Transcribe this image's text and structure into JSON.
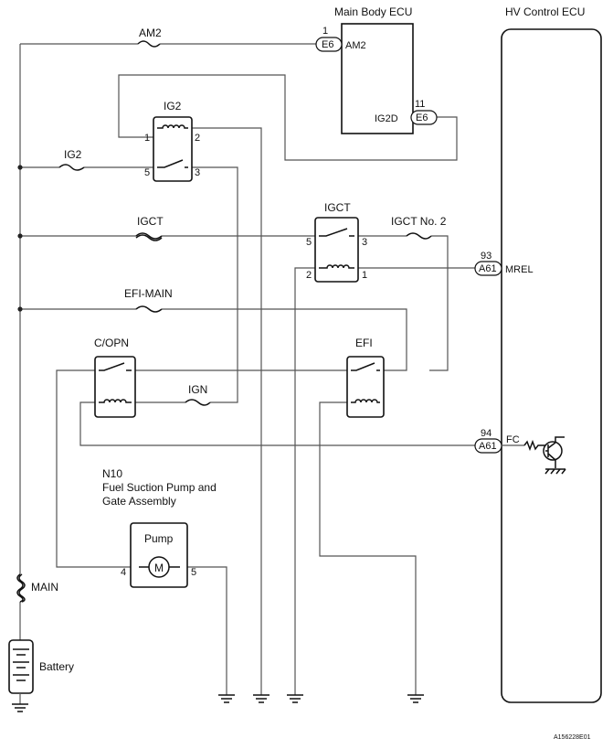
{
  "ecus": {
    "main_body": "Main Body ECU",
    "hv_control": "HV Control ECU"
  },
  "fuses": {
    "am2": "AM2",
    "ig2": "IG2",
    "igct": "IGCT",
    "efi_main": "EFI-MAIN",
    "ign": "IGN",
    "igct_no2": "IGCT No. 2",
    "main": "MAIN"
  },
  "relays": {
    "ig2": {
      "name": "IG2",
      "pins": [
        "1",
        "2",
        "5",
        "3"
      ]
    },
    "igct": {
      "name": "IGCT",
      "pins": [
        "5",
        "3",
        "2",
        "1"
      ]
    },
    "c_opn": {
      "name": "C/OPN"
    },
    "efi": {
      "name": "EFI"
    }
  },
  "connectors": {
    "e6_am2": {
      "code": "E6",
      "pin": "1",
      "signal": "AM2"
    },
    "e6_ig2d": {
      "code": "E6",
      "pin": "11",
      "signal": "IG2D"
    },
    "a61_mrel": {
      "code": "A61",
      "pin": "93",
      "signal": "MREL"
    },
    "a61_fc": {
      "code": "A61",
      "pin": "94",
      "signal": "FC"
    }
  },
  "pump": {
    "code": "N10",
    "description_line1": "Fuel Suction Pump and",
    "description_line2": "Gate Assembly",
    "label": "Pump",
    "motor": "M",
    "pin_left": "4",
    "pin_right": "5"
  },
  "battery": "Battery",
  "figure_id": "A156228E01"
}
